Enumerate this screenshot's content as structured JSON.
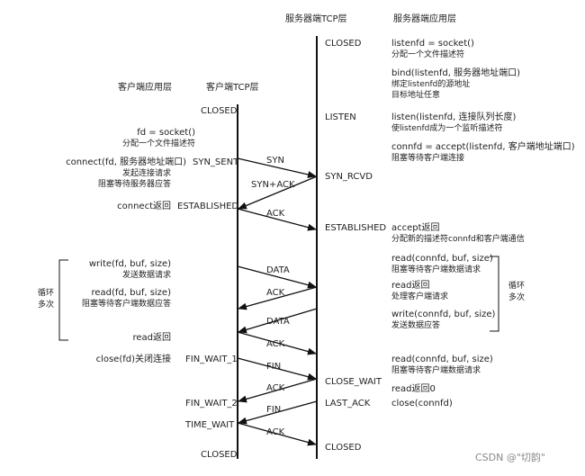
{
  "headers": {
    "server_tcp": "服务器端TCP层",
    "server_app": "服务器端应用层",
    "client_app": "客户端应用层",
    "client_tcp": "客户端TCP层"
  },
  "server_states": {
    "closed_top": "CLOSED",
    "listen": "LISTEN",
    "syn_rcvd": "SYN_RCVD",
    "established": "ESTABLISHED",
    "close_wait": "CLOSE_WAIT",
    "last_ack": "LAST_ACK",
    "closed_bottom": "CLOSED"
  },
  "client_states": {
    "closed_top": "CLOSED",
    "syn_sent": "SYN_SENT",
    "established": "ESTABLISHED",
    "fin_wait_1": "FIN_WAIT_1",
    "fin_wait_2": "FIN_WAIT_2",
    "time_wait": "TIME_WAIT",
    "closed_bottom": "CLOSED"
  },
  "segments": {
    "syn": "SYN",
    "syn_ack": "SYN+ACK",
    "ack1": "ACK",
    "data1": "DATA",
    "ack2": "ACK",
    "data2": "DATA",
    "ack3": "ACK",
    "fin1": "FIN",
    "ack4": "ACK",
    "fin2": "FIN",
    "ack5": "ACK"
  },
  "server_notes": {
    "socket": "listenfd = socket()",
    "socket_desc": "分配一个文件描述符",
    "bind": "bind(listenfd, 服务器地址端口)",
    "bind_desc1": "绑定listenfd的源地址",
    "bind_desc2": "目标地址任意",
    "listen": "listen(listenfd, 连接队列长度)",
    "listen_desc": "使listenfd成为一个监听描述符",
    "accept": "connfd = accept(listenfd, 客户端地址端口)",
    "accept_desc": "阻塞等待客户端连接",
    "accept_ret": "accept返回",
    "accept_ret_desc": "分配新的描述符connfd和客户端通信",
    "read1": "read(connfd, buf, size)",
    "read1_desc": "阻塞等待客户端数据请求",
    "read_ret": "read返回",
    "read_ret_desc": "处理客户端请求",
    "write": "write(connfd, buf, size)",
    "write_desc": "发送数据应答",
    "loop1": "循环",
    "loop2": "多次",
    "read2": "read(connfd, buf, size)",
    "read2_desc": "阻塞等待客户端数据请求",
    "read0": "read返回0",
    "close": "close(connfd)"
  },
  "client_notes": {
    "socket": "fd = socket()",
    "socket_desc": "分配一个文件描述符",
    "connect": "connect(fd, 服务器地址端口)",
    "connect_desc1": "发起连接请求",
    "connect_desc2": "阻塞等待服务器应答",
    "connect_ret": "connect返回",
    "write": "write(fd, buf, size)",
    "write_desc": "发送数据请求",
    "read": "read(fd, buf, size)",
    "read_desc": "阻塞等待客户端数据应答",
    "read_ret": "read返回",
    "close": "close(fd)关闭连接",
    "loop1": "循环",
    "loop2": "多次"
  },
  "watermark": "CSDN @\"切韵\""
}
